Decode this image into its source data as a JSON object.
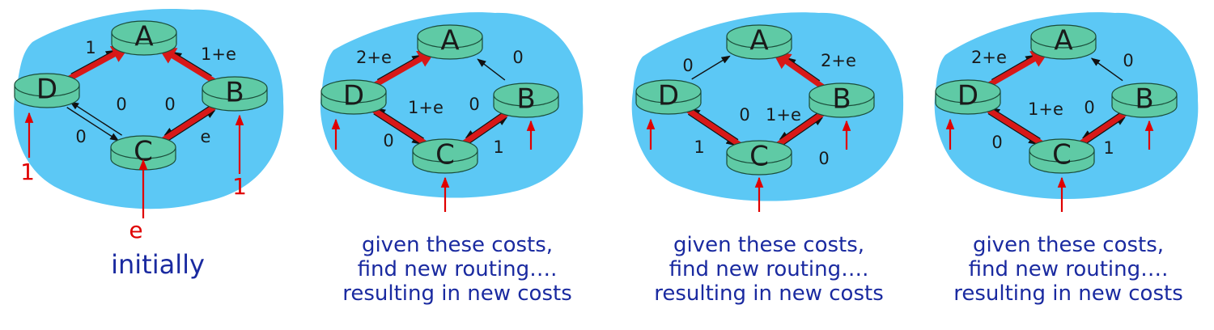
{
  "colors": {
    "cloud": "#5cc8f5",
    "node_fill": "#5fcaa5",
    "node_edge": "#1b4d3a",
    "path": "#d81818",
    "link": "#111111",
    "input": "#e00000",
    "caption": "#1a2aa0"
  },
  "panels": [
    {
      "nodes": [
        "A",
        "B",
        "C",
        "D"
      ],
      "costs": {
        "D_A": "1",
        "B_A": "1+e",
        "D_C": "0",
        "C_D": "0",
        "B_C": "0",
        "C_B": "e"
      },
      "inputs": {
        "D": "1",
        "B": "1",
        "C": "e"
      },
      "route": [
        "D-A",
        "C-B-A"
      ],
      "caption": [
        "initially"
      ]
    },
    {
      "nodes": [
        "A",
        "B",
        "C",
        "D"
      ],
      "costs": {
        "D_A": "2+e",
        "B_A": "0",
        "D_C": "0",
        "C_D": "1+e",
        "B_C": "0",
        "C_B": "1"
      },
      "inputs": {
        "D": "",
        "B": "",
        "C": ""
      },
      "route": [
        "B-C-D-A"
      ],
      "caption": [
        "given these costs,",
        "find new routing….",
        "resulting in new costs"
      ]
    },
    {
      "nodes": [
        "A",
        "B",
        "C",
        "D"
      ],
      "costs": {
        "D_A": "0",
        "B_A": "2+e",
        "D_C": "1",
        "C_D": "0",
        "B_C": "1+e",
        "C_B": "0"
      },
      "inputs": {
        "D": "",
        "B": "",
        "C": ""
      },
      "route": [
        "D-C-B-A"
      ],
      "caption": [
        "given these costs,",
        "find new routing….",
        "resulting in new costs"
      ]
    },
    {
      "nodes": [
        "A",
        "B",
        "C",
        "D"
      ],
      "costs": {
        "D_A": "2+e",
        "B_A": "0",
        "D_C": "0",
        "C_D": "1+e",
        "B_C": "0",
        "C_B": "1"
      },
      "inputs": {
        "D": "",
        "B": "",
        "C": ""
      },
      "route": [
        "B-C-D-A"
      ],
      "caption": [
        "given these costs,",
        "find new routing….",
        "resulting in new costs"
      ]
    }
  ]
}
